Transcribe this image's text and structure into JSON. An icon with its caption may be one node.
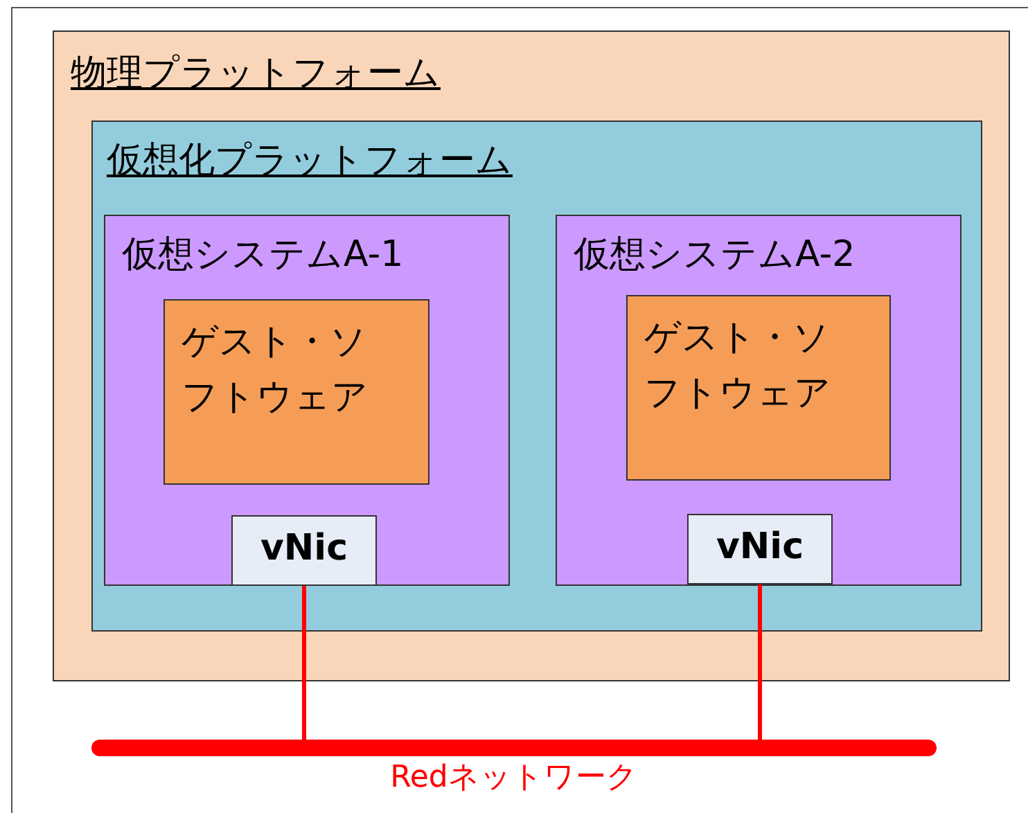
{
  "diagram": {
    "nodes": [
      {
        "text": [
          "物理プラットフォーム"
        ]
      },
      {
        "text": [
          "仮想化プラットフォーム"
        ],
        "in": 0
      },
      {
        "text": [
          "仮想システムA-1"
        ],
        "in": 1
      },
      {
        "text": [
          "ゲスト・ソフトウェア"
        ],
        "in": 2
      },
      {
        "text": [
          "vNic"
        ],
        "in": 2
      },
      {
        "text": [
          "仮想システムA-2"
        ],
        "in": 1
      },
      {
        "text": [
          "ゲスト・ソフトウェア"
        ],
        "in": 5
      },
      {
        "text": [
          "vNic"
        ],
        "in": 5
      },
      {
        "text": [],
        "shape": "bar",
        "beside": [
          "Redネットワーク"
        ]
      }
    ],
    "edges": [
      {
        "from": 4,
        "to": 8,
        "arrow": "none",
        "color": "#ff0000"
      },
      {
        "from": 7,
        "to": 8,
        "arrow": "none",
        "color": "#ff0000"
      }
    ]
  }
}
